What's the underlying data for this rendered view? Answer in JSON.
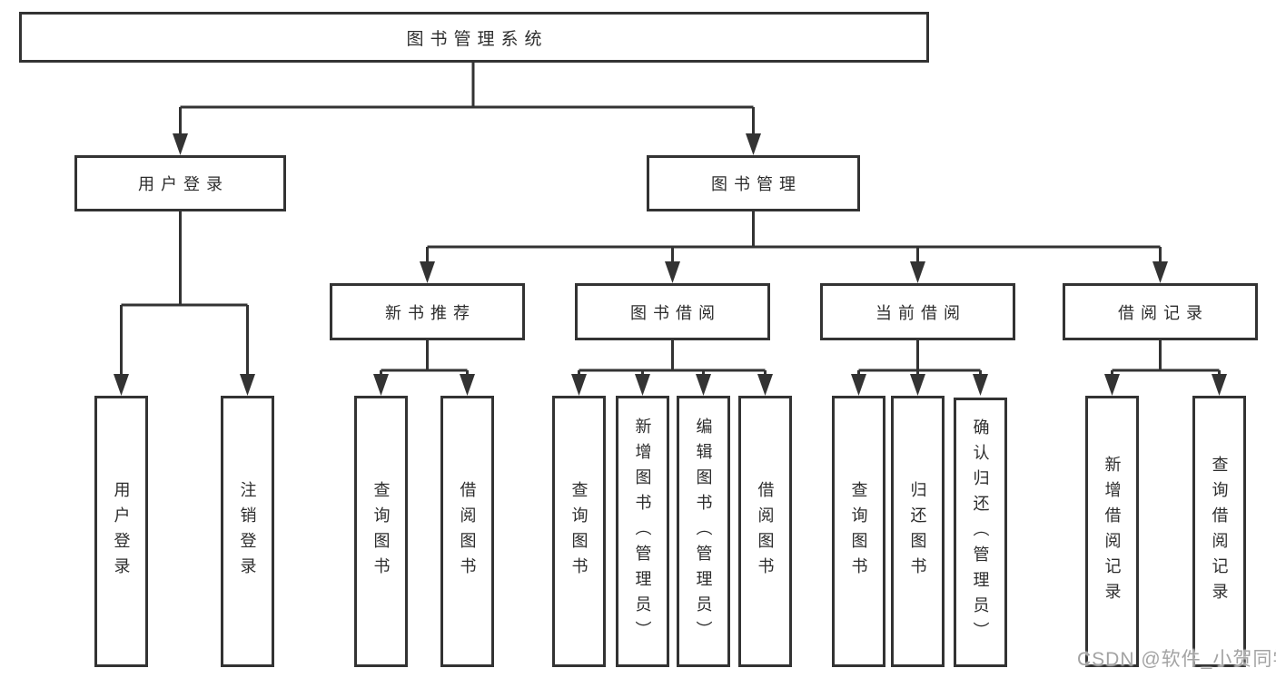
{
  "diagram_type": "hierarchy-tree",
  "colors": {
    "background": "#ffffff",
    "line": "#333333",
    "text": "#2d2d2d",
    "watermark": "#a3a3a3"
  },
  "watermark": {
    "text": "CSDN @软件_小贺同学"
  },
  "nodes": {
    "root": {
      "label": "图书管理系统"
    },
    "user_login": {
      "label": "用户登录"
    },
    "book_mgmt": {
      "label": "图书管理"
    },
    "login_leaf": {
      "label": "用户登录"
    },
    "logout_leaf": {
      "label": "注销登录"
    },
    "new_book_rec": {
      "label": "新书推荐"
    },
    "book_borrow": {
      "label": "图书借阅"
    },
    "current_borrow": {
      "label": "当前借阅"
    },
    "borrow_record": {
      "label": "借阅记录"
    },
    "nb_query_book": {
      "label": "查询图书"
    },
    "nb_borrow_book": {
      "label": "借阅图书"
    },
    "bb_query_book": {
      "label": "查询图书"
    },
    "bb_add_book": {
      "label": "新增图书（管理员）"
    },
    "bb_edit_book": {
      "label": "编辑图书（管理员）"
    },
    "bb_borrow_book": {
      "label": "借阅图书"
    },
    "cb_query_book": {
      "label": "查询图书"
    },
    "cb_return_book": {
      "label": "归还图书"
    },
    "cb_confirm_return": {
      "label": "确认归还（管理员）"
    },
    "br_add_record": {
      "label": "新增借阅记录"
    },
    "br_query_record": {
      "label": "查询借阅记录"
    }
  }
}
